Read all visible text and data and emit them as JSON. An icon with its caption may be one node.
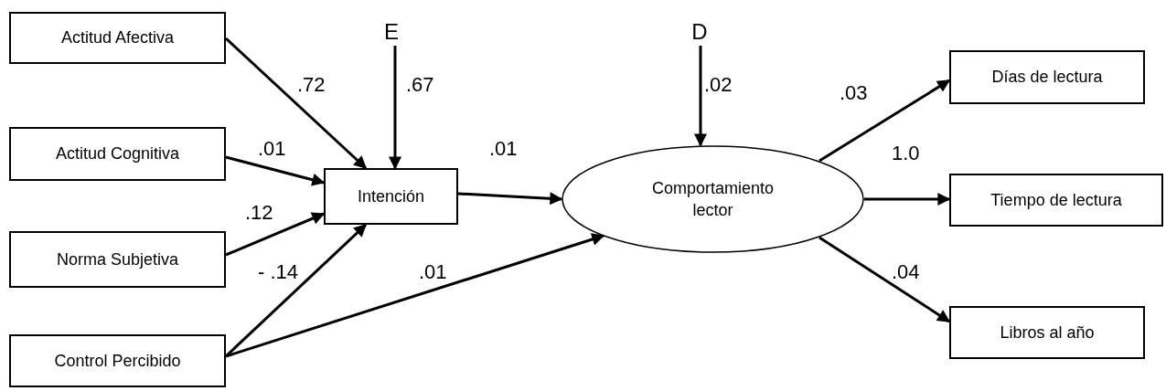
{
  "diagram": {
    "nodes": [
      {
        "text": [
          "Actitud Afectiva"
        ]
      },
      {
        "text": [
          "Actitud Cognitiva"
        ]
      },
      {
        "text": [
          "Norma Subjetiva"
        ]
      },
      {
        "text": [
          "Control Percibido"
        ]
      },
      {
        "text": [
          "Intención"
        ]
      },
      {
        "text": [
          "E"
        ]
      },
      {
        "text": [
          "Comportamiento lector"
        ]
      },
      {
        "text": [
          "D"
        ]
      },
      {
        "text": [
          "Días de lectura"
        ]
      },
      {
        "text": [
          "Tiempo de lectura"
        ]
      },
      {
        "text": [
          "Libros al año"
        ]
      }
    ],
    "edges": [
      {
        "from": 0,
        "to": 4,
        "arrow": "to",
        "label": ".72"
      },
      {
        "from": 5,
        "to": 4,
        "arrow": "to",
        "label": ".67"
      },
      {
        "from": 1,
        "to": 4,
        "arrow": "to",
        "label": ".01"
      },
      {
        "from": 2,
        "to": 4,
        "arrow": "to",
        "label": ".12"
      },
      {
        "from": 3,
        "to": 4,
        "arrow": "to",
        "label": "- .14"
      },
      {
        "from": 4,
        "to": 6,
        "arrow": "to",
        "label": ".01"
      },
      {
        "from": 3,
        "to": 6,
        "arrow": "to",
        "label": ".01"
      },
      {
        "from": 7,
        "to": 6,
        "arrow": "to",
        "label": ".02"
      },
      {
        "from": 6,
        "to": 8,
        "arrow": "to",
        "label": ".03"
      },
      {
        "from": 6,
        "to": 9,
        "arrow": "to",
        "label": "1.0"
      },
      {
        "from": 6,
        "to": 10,
        "arrow": "to",
        "label": ".04"
      }
    ]
  }
}
